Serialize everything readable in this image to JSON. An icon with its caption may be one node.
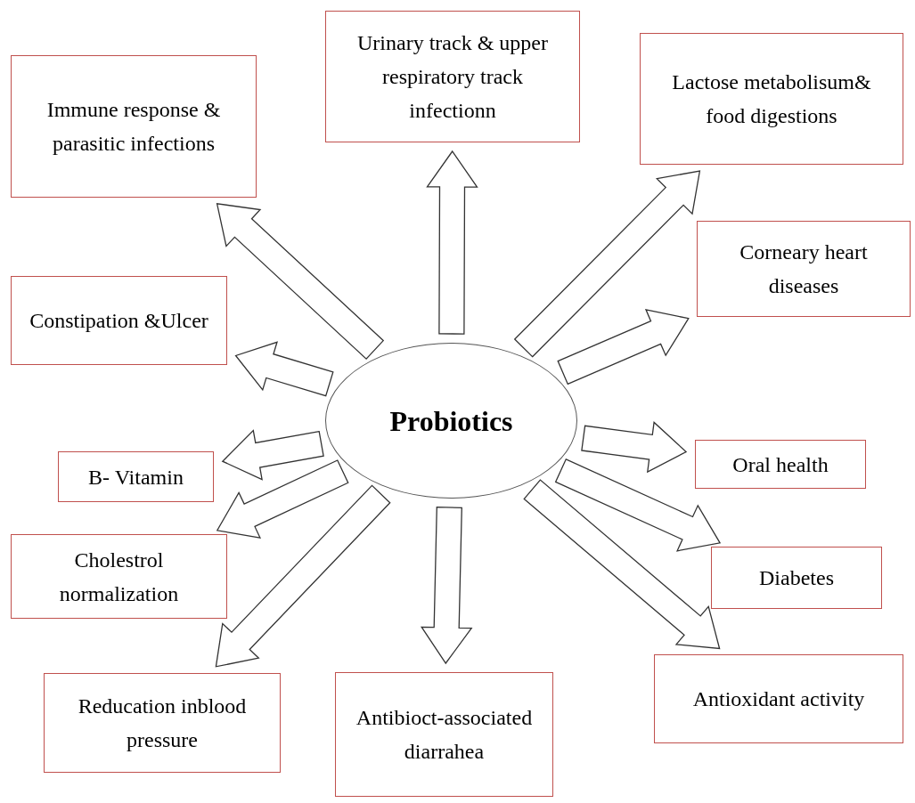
{
  "diagram": {
    "nodes": [
      {
        "text": [
          "Probiotics"
        ]
      },
      {
        "text": [
          "Immune response & parasitic infections"
        ]
      },
      {
        "text": [
          "Urinary track & upper respiratory track infectionn"
        ]
      },
      {
        "text": [
          "Lactose metabolisum& food digestions"
        ]
      },
      {
        "text": [
          "Corneary heart diseases"
        ]
      },
      {
        "text": [
          "Constipation &Ulcer"
        ]
      },
      {
        "text": [
          "Oral health"
        ]
      },
      {
        "text": [
          "B- Vitamin"
        ]
      },
      {
        "text": [
          "Diabetes"
        ]
      },
      {
        "text": [
          "Cholestrol normalization"
        ]
      },
      {
        "text": [
          "Antioxidant activity"
        ]
      },
      {
        "text": [
          "Reducation inblood pressure"
        ]
      },
      {
        "text": [
          "Antibioct-associated diarrahea"
        ]
      }
    ],
    "edges": [
      {
        "from": 0,
        "to": 1,
        "arrow": "to"
      },
      {
        "from": 0,
        "to": 2,
        "arrow": "to"
      },
      {
        "from": 0,
        "to": 3,
        "arrow": "to"
      },
      {
        "from": 0,
        "to": 4,
        "arrow": "to"
      },
      {
        "from": 0,
        "to": 5,
        "arrow": "to"
      },
      {
        "from": 0,
        "to": 6,
        "arrow": "to"
      },
      {
        "from": 0,
        "to": 7,
        "arrow": "to"
      },
      {
        "from": 0,
        "to": 8,
        "arrow": "to"
      },
      {
        "from": 0,
        "to": 9,
        "arrow": "to"
      },
      {
        "from": 0,
        "to": 10,
        "arrow": "to"
      },
      {
        "from": 0,
        "to": 11,
        "arrow": "to"
      },
      {
        "from": 0,
        "to": 12,
        "arrow": "to"
      }
    ]
  }
}
